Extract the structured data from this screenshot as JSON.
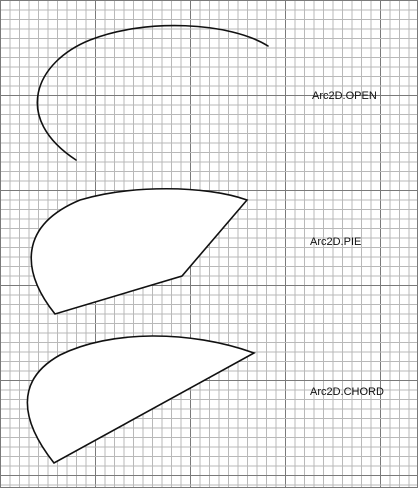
{
  "labels": {
    "open": "Arc2D.OPEN",
    "pie": "Arc2D.PIE",
    "chord": "Arc2D.CHORD"
  },
  "colors": {
    "background": "#ffffff",
    "minor_grid": "#b9b9b9",
    "major_grid": "#7a7a7a",
    "stroke": "#111111",
    "text": "#111111"
  }
}
